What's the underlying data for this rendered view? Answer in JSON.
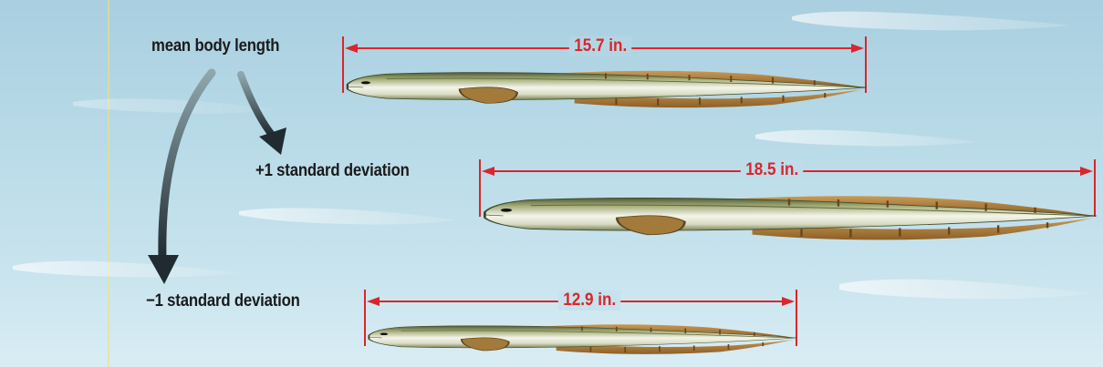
{
  "labels": {
    "mean": "mean body length",
    "plus": "+1 standard deviation",
    "minus": "−1 standard deviation"
  },
  "measurements": {
    "mean": "15.7 in.",
    "plus": "18.5 in.",
    "minus": "12.9 in."
  },
  "colors": {
    "measure_line": "#d9262c",
    "arrow": "#2b3a40",
    "eel_body": "#c9d3a8",
    "eel_fin": "#b9843f",
    "water": "#b9dbe8",
    "guide_line": "#f0e080"
  }
}
